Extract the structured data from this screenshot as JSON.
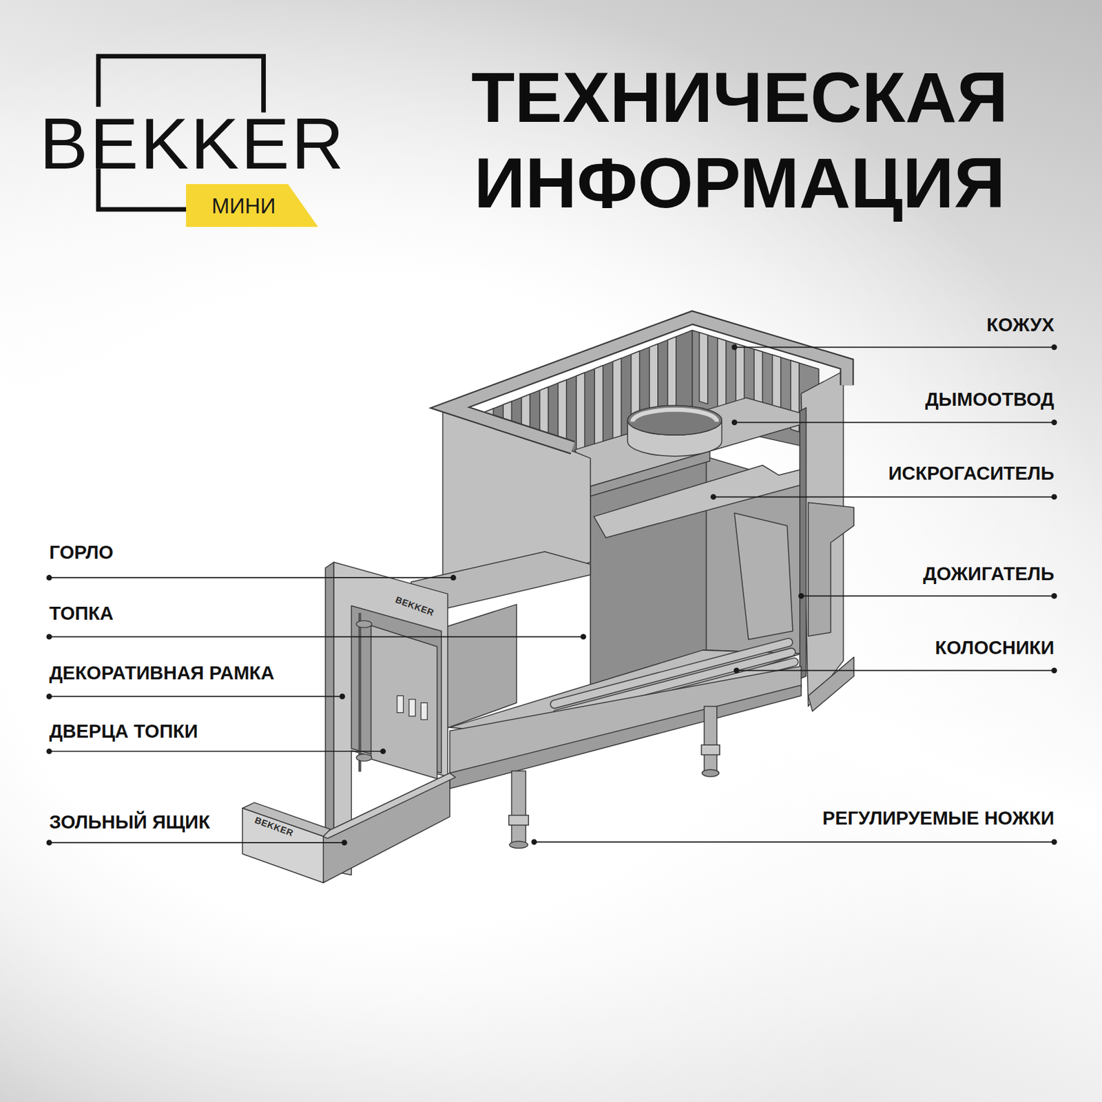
{
  "diagram": {
    "title": "ТЕХНИЧЕСКАЯ ИНФОРМАЦИЯ",
    "nodes": [
      {
        "text": [
          "МИНИ"
        ]
      }
    ],
    "labels": [
      "BEKKER",
      "КОЖУХ",
      "ДЫМООТВОД",
      "ИСКРОГАСИТЕЛЬ",
      "ДОЖИГАТЕЛЬ",
      "КОЛОСНИКИ",
      "РЕГУЛИРУЕМЫЕ НОЖКИ",
      "ГОРЛО",
      "ТОПКА",
      "ДЕКОРАТИВНАЯ РАМКА",
      "ДВЕРЦА ТОПКИ",
      "ЗОЛЬНЫЙ ЯЩИК",
      "BEKKER",
      "BEKKER"
    ]
  }
}
